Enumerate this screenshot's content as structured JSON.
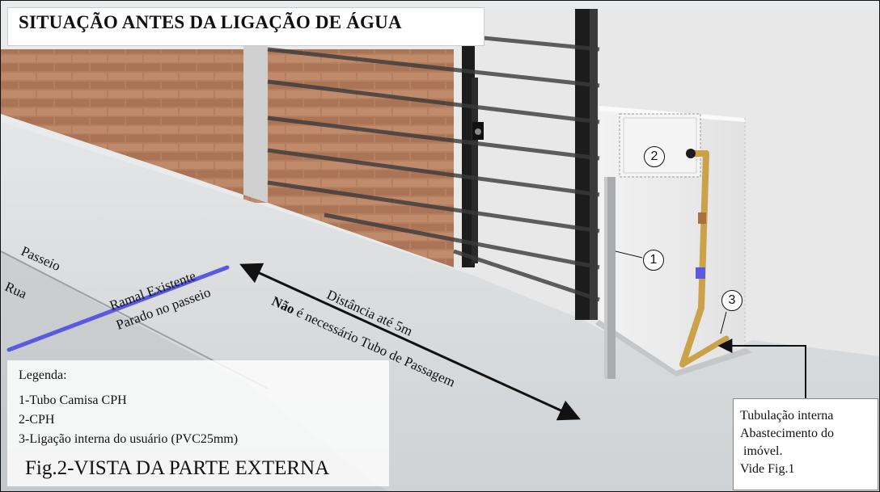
{
  "title": "SITUAÇÃO ANTES DA LIGAÇÃO DE ÁGUA",
  "labels": {
    "passeio": "Passeio",
    "rua": "Rua",
    "ramal_line1": "Ramal Existente",
    "ramal_line2": "Parado no passeio",
    "distancia_line1": "Distância até 5m",
    "distancia_line2_bold": "Não",
    "distancia_line2_rest": " é necessário Tubo de Passagem"
  },
  "markers": [
    "1",
    "2",
    "3"
  ],
  "legend": {
    "heading": "Legenda:",
    "items": [
      "1-Tubo Camisa CPH",
      "2-CPH",
      "3-Ligação interna do usuário (PVC25mm)"
    ]
  },
  "tubulacao_note": {
    "lines": [
      "Tubulação interna",
      "Abastecimento do",
      " imóvel.",
      "Vide Fig.1"
    ]
  },
  "caption": "Fig.2-VISTA DA PARTE EXTERNA",
  "colors": {
    "brick": "#b27a58",
    "wall": "#ececec",
    "sidewalk": "#d7d9da",
    "gate": "#1c1c1c",
    "pipe_yellow": "#c9a24a",
    "ramal_blue": "#5a5ae0"
  }
}
